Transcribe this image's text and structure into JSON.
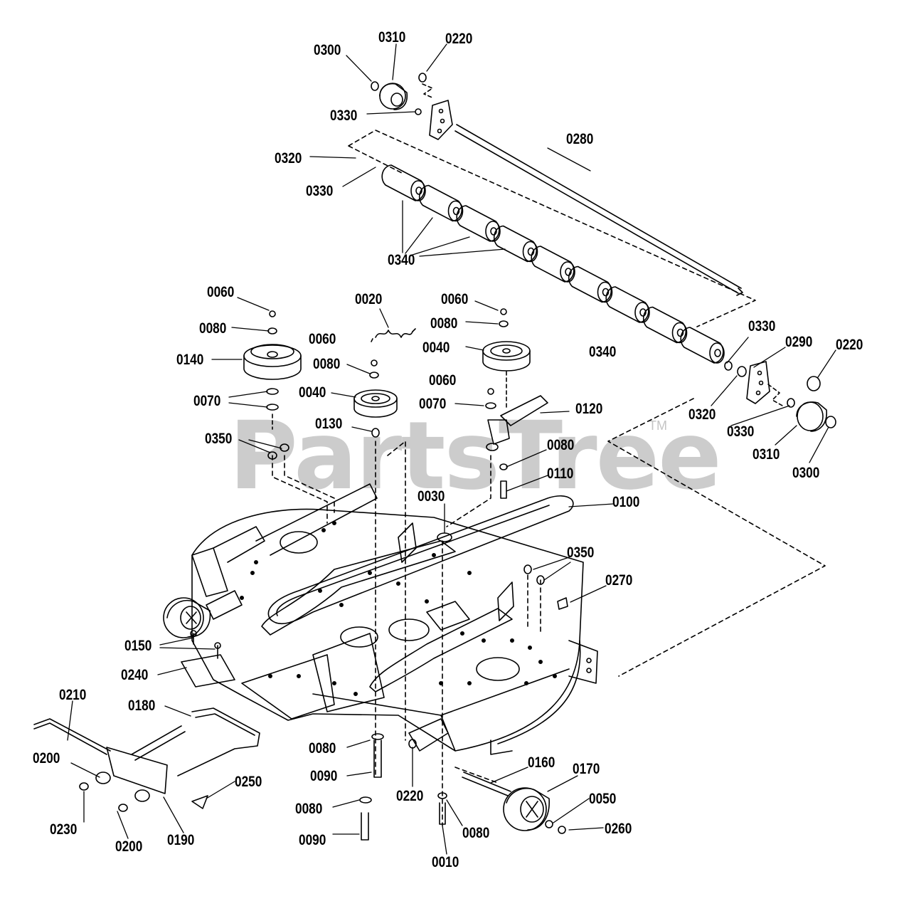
{
  "watermark": {
    "brand": "PartsTree",
    "trademark": "TM",
    "color": "#c4c4c4"
  },
  "line_color": "#000000",
  "callouts": [
    {
      "id": "c01",
      "text": "0300"
    },
    {
      "id": "c02",
      "text": "0310"
    },
    {
      "id": "c03",
      "text": "0220"
    },
    {
      "id": "c04",
      "text": "0330"
    },
    {
      "id": "c05",
      "text": "0280"
    },
    {
      "id": "c06",
      "text": "0320"
    },
    {
      "id": "c07",
      "text": "0330"
    },
    {
      "id": "c08",
      "text": "0340"
    },
    {
      "id": "c09",
      "text": "0060"
    },
    {
      "id": "c10",
      "text": "0020"
    },
    {
      "id": "c11",
      "text": "0060"
    },
    {
      "id": "c12",
      "text": "0080"
    },
    {
      "id": "c13",
      "text": "0080"
    },
    {
      "id": "c14",
      "text": "0060"
    },
    {
      "id": "c15",
      "text": "0140"
    },
    {
      "id": "c16",
      "text": "0080"
    },
    {
      "id": "c17",
      "text": "0040"
    },
    {
      "id": "c18",
      "text": "0330"
    },
    {
      "id": "c19",
      "text": "0290"
    },
    {
      "id": "c20",
      "text": "0220"
    },
    {
      "id": "c21",
      "text": "0340"
    },
    {
      "id": "c22",
      "text": "0060"
    },
    {
      "id": "c23",
      "text": "0040"
    },
    {
      "id": "c24",
      "text": "0070"
    },
    {
      "id": "c25",
      "text": "0070"
    },
    {
      "id": "c26",
      "text": "0120"
    },
    {
      "id": "c27",
      "text": "0320"
    },
    {
      "id": "c28",
      "text": "0330"
    },
    {
      "id": "c29",
      "text": "0130"
    },
    {
      "id": "c30",
      "text": "0310"
    },
    {
      "id": "c31",
      "text": "0300"
    },
    {
      "id": "c32",
      "text": "0350"
    },
    {
      "id": "c33",
      "text": "0080"
    },
    {
      "id": "c34",
      "text": "0110"
    },
    {
      "id": "c35",
      "text": "0030"
    },
    {
      "id": "c36",
      "text": "0100"
    },
    {
      "id": "c37",
      "text": "0350"
    },
    {
      "id": "c38",
      "text": "0270"
    },
    {
      "id": "c39",
      "text": "0150"
    },
    {
      "id": "c40",
      "text": "0240"
    },
    {
      "id": "c41",
      "text": "0210"
    },
    {
      "id": "c42",
      "text": "0180"
    },
    {
      "id": "c43",
      "text": "0080"
    },
    {
      "id": "c44",
      "text": "0200"
    },
    {
      "id": "c45",
      "text": "0090"
    },
    {
      "id": "c46",
      "text": "0160"
    },
    {
      "id": "c47",
      "text": "0170"
    },
    {
      "id": "c48",
      "text": "0250"
    },
    {
      "id": "c49",
      "text": "0220"
    },
    {
      "id": "c50",
      "text": "0050"
    },
    {
      "id": "c51",
      "text": "0080"
    },
    {
      "id": "c52",
      "text": "0230"
    },
    {
      "id": "c53",
      "text": "0260"
    },
    {
      "id": "c54",
      "text": "0200"
    },
    {
      "id": "c55",
      "text": "0190"
    },
    {
      "id": "c56",
      "text": "0080"
    },
    {
      "id": "c57",
      "text": "0090"
    },
    {
      "id": "c58",
      "text": "0010"
    }
  ]
}
